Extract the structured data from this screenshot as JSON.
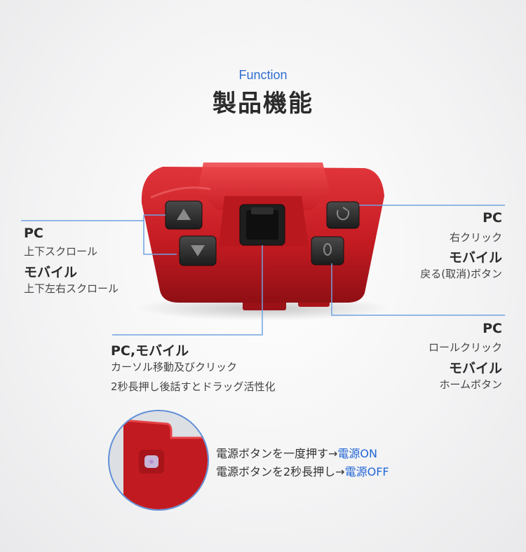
{
  "header": {
    "kicker": "Function",
    "title": "製品機能"
  },
  "left_block": {
    "h1": "PC",
    "s1": "上下スクロール",
    "h2": "モバイル",
    "s2": "上下左右スクロール"
  },
  "right_top_block": {
    "h1": "PC",
    "s1": "右クリック",
    "h2": "モバイル",
    "s2": "戻る(取消)ボタン"
  },
  "center_block": {
    "h1": "PC,モバイル",
    "s1": "カーソル移動及びクリック",
    "s2": "2秒長押し後話すとドラッグ活性化"
  },
  "right_bottom_block": {
    "h1": "PC",
    "s1": "ロールクリック",
    "h2": "モバイル",
    "s2": "ホームボタン"
  },
  "power": {
    "line1_prefix": "電源ボタンを一度押す→",
    "line1_status": "電源ON",
    "line2_prefix": "電源ボタンを2秒長押し→",
    "line2_status": "電源OFF"
  },
  "colors": {
    "accent": "#2f6fd0",
    "device_red": "#c41c22",
    "button_dark": "#2a2a2a",
    "line_blue": "#6fa3e0"
  },
  "icons": [
    "up-arrow-icon",
    "down-arrow-icon",
    "right-click-icon",
    "scroll-wheel-icon",
    "power-led-icon"
  ]
}
